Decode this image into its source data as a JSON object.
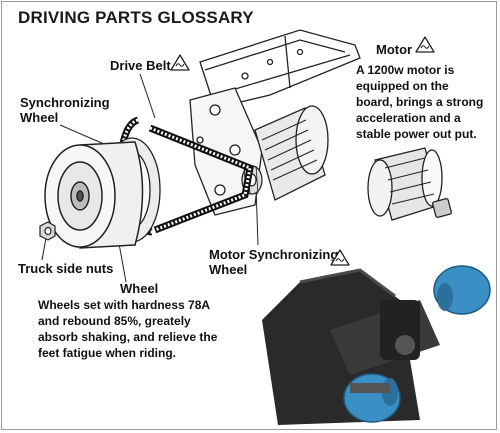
{
  "title": "DRIVING PARTS GLOSSARY",
  "labels": {
    "drive_belt": "Drive Belt",
    "synchronizing_wheel_1": "Synchronizing",
    "synchronizing_wheel_2": "Wheel",
    "motor": "Motor",
    "motor_desc_1": "A 1200w motor is",
    "motor_desc_2": "equipped on the",
    "motor_desc_3": "board, brings a strong",
    "motor_desc_4": "acceleration and a",
    "motor_desc_5": "stable power out put.",
    "truck_side_nuts": "Truck side nuts",
    "wheel": "Wheel",
    "wheel_desc_1": "Wheels set with hardness 78A",
    "wheel_desc_2": "and rebound 85%, greately",
    "wheel_desc_3": "absorb shaking, and relieve the",
    "wheel_desc_4": "feet fatigue when riding.",
    "motor_sync_1": "Motor Synchronizing",
    "motor_sync_2": "Wheel"
  },
  "colors": {
    "line": "#222222",
    "wheel_blue": "#3a8fc4",
    "board": "#2a2a2a"
  },
  "icons": [
    "warning-triangle-icon"
  ]
}
